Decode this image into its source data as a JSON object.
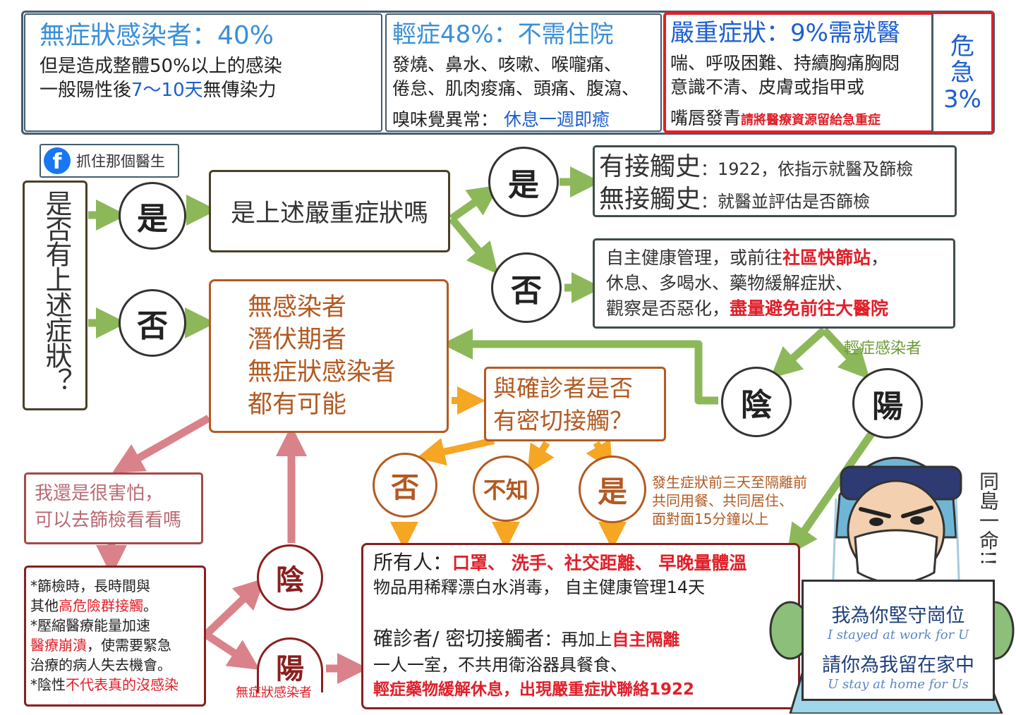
{
  "top": {
    "asym": {
      "title": "無症狀感染者：40%",
      "line1": "但是造成整體50%以上的感染",
      "line2_prefix": "一般陽性後",
      "line2_days": "7～10天",
      "line2_suffix": "無傳染力"
    },
    "mild": {
      "title": "輕症48%：不需住院",
      "line1": "發燒、鼻水、咳嗽、喉嚨痛、",
      "line2": "倦怠、肌肉痠痛、頭痛、腹瀉、",
      "line3_prefix": "嗅味覺異常：",
      "line3_highlight": "休息一週即癒"
    },
    "severe": {
      "title": "嚴重症狀：9%需就醫",
      "line1": "喘、呼吸困難、持續胸痛胸悶",
      "line2": "意識不清、皮膚或指甲或",
      "line3_prefix": "嘴唇發青",
      "line3_note": "請將醫療資源留給急重症"
    },
    "critical": {
      "line1": "危",
      "line2": "急",
      "line3": "3%"
    }
  },
  "fb_label": "抓住那個醫生",
  "question_main": "是否有上述症狀？",
  "nodes": {
    "yes1": "是",
    "no1": "否",
    "q_severe": "是上述嚴重症狀嗎",
    "yes2": "是",
    "no2": "否",
    "neg": "陰",
    "pos": "陽",
    "no3": "否",
    "unknown": "不知",
    "yes3": "是",
    "neg2": "陰",
    "pos2": "陽"
  },
  "contact": {
    "line1_prefix": "有接觸史",
    "line1_suffix": "：1922，依指示就醫及篩檢",
    "line2_prefix": "無接觸史",
    "line2_suffix": "：就醫並評估是否篩檢"
  },
  "selfcare": {
    "line1_prefix": "自主健康管理，或前往",
    "line1_highlight": "社區快篩站",
    "line1_suffix": "，",
    "line2": "休息、多喝水、藥物緩解症狀、",
    "line3_prefix": "觀察是否惡化，",
    "line3_highlight": "盡量避免前往大醫院"
  },
  "mild_label": "輕症感染者",
  "possible": {
    "line1": "無感染者",
    "line2": "潛伏期者",
    "line3": "無症狀感染者",
    "line4": "都有可能"
  },
  "close_contact": {
    "line1": "與確診者是否",
    "line2": "有密切接觸？"
  },
  "contact_note": {
    "line1": "發生症狀前三天至隔離前",
    "line2": "共同用餐、共同居住、",
    "line3": "面對面15分鐘以上"
  },
  "afraid": {
    "line1": "我還是很害怕，",
    "line2": "可以去篩檢看看嗎"
  },
  "screening": {
    "l1": "*篩檢時，長時間與",
    "l2_prefix": "其他",
    "l2_highlight": "高危險群接觸",
    "l2_suffix": "。",
    "l3": "*壓縮醫療能量加速",
    "l4_highlight": "醫療崩潰",
    "l4_suffix": "，使需要緊急",
    "l5": "治療的病人失去機會。",
    "l6_prefix": "*陰性",
    "l6_highlight": "不代表真的沒感染"
  },
  "asym_label": "無症狀感染者",
  "everyone": {
    "l1_prefix": "所有人：",
    "l1_red": "口罩、 洗手、社交距離、 早晚量體溫",
    "l2": "物品用稀釋漂白水消毒， 自主健康管理14天",
    "l3_prefix": "確診者/ 密切接觸者",
    "l3_mid": "：再加上",
    "l3_red": "自主隔離",
    "l4": "一人一室，不共用衛浴器具餐食、",
    "l5": "輕症藥物緩解休息，出現嚴重症狀聯絡1922"
  },
  "sign": {
    "l1": "我為你堅守崗位",
    "l2": "I stayed at work for U",
    "l3": "請你為我留在家中",
    "l4": "U stay at home for Us"
  },
  "side_text": "同島一命!!",
  "colors": {
    "green": "#8db85a",
    "orange": "#f5a623",
    "pink": "#d9828a",
    "brown": "#b25a22",
    "darkred": "#8a1f1f",
    "red": "#e0202a",
    "blue": "#1c5fd0",
    "lightblue": "#3a8fd8"
  }
}
